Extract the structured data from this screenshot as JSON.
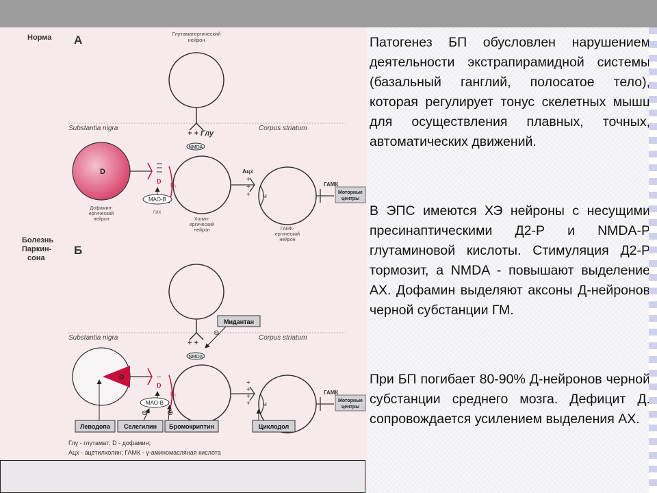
{
  "slide": {
    "paragraphs": [
      "Патогенез БП обусловлен нарушением деятельности экстрапирамидной системы (базальный ганглий, полосатое тело), которая регулирует тонус скелетных мышц для осуществления плавных, точных, автоматических движений.",
      "В ЭПС имеются ХЭ нейроны с несущими пресинаптическими Д2-Р и NMDA-Р глутаминовой кислоты. Стимуляция Д2-Р тормозит, а NMDA - повышают выделение АХ. Дофамин выделяют аксоны Д-нейронов черной субстанции ГМ.",
      "При БП погибает 80-90% Д-нейронов черной субстанции среднего мозга. Дефицит Д. сопровождается усилением выделения АХ."
    ]
  },
  "figure": {
    "section_a": {
      "state_label": "Норма",
      "letter": "А",
      "glutamate_neuron": "Глутаматергический нейрон",
      "glu_sign": "+ + Глу",
      "nigra_label": "Substantia nigra",
      "striatum_label": "Corpus striatum",
      "d_label": "D",
      "d2_label": "D₂",
      "small_d": "D",
      "nmda": "NMDA",
      "ach_label": "Ацх",
      "m_label": "M",
      "gaba_label": "ГАМК",
      "motor_label": "Моторные центры",
      "mao_label": "МАО-В",
      "dopamine_neuron": "Дофамин-ергический нейрон",
      "cholinergic_neuron": "Холин-ергический нейрон",
      "gaba_neuron": "ГАМК-ергический нейрон",
      "small_note": "ГИХ"
    },
    "section_b": {
      "state_label": "Болезнь Паркин-сона",
      "letter": "Б",
      "glu_sign": "+ +",
      "nigra_label": "Substantia nigra",
      "striatum_label": "Corpus striatum",
      "d_label": "D",
      "d2_label": "D₂",
      "small_d": "D",
      "nmda": "NMDA",
      "m_label": "M",
      "gaba_label": "ГАМК",
      "motor_label": "Моторные центры",
      "mao_label": "МАО-В",
      "plus_sign": "⊕",
      "minus_sign": "⊖",
      "drugs": {
        "midantan": "Мидантан",
        "levodopa": "Леводопа",
        "selegilin": "Селегилин",
        "bromocriptin": "Бромокриптин",
        "ciklodol": "Циклодол"
      }
    },
    "legend_line1": "Глу - глутамат; D - дофамин;",
    "legend_line2": "Ацх - ацетилхолин; ГАМК - γ-аминомасляная кислота"
  },
  "colors": {
    "top_bar": "#9c9c9c",
    "figure_bg": "#f7eaec",
    "dopamine_pink": "#d94a70",
    "dopamine_red": "#c8103c",
    "label_box": "#d2d2d6",
    "right_strip": "#cfd0ea"
  }
}
